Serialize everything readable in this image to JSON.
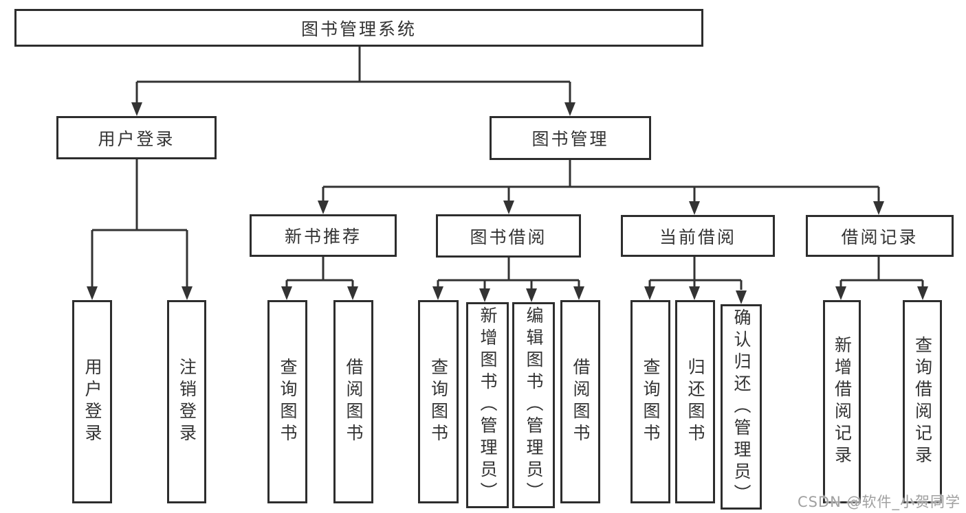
{
  "colors": {
    "line": "#333333",
    "box_border": "#2d2d2d",
    "text": "#333333",
    "watermark": "#a0a0a0",
    "background": "#ffffff"
  },
  "nodes": {
    "root": "图书管理系统",
    "user_login": "用户登录",
    "book_mgmt": "图书管理",
    "new_book_rec": "新书推荐",
    "book_borrow": "图书借阅",
    "current_borrow": "当前借阅",
    "borrow_records": "借阅记录",
    "leaf_user_login": "用户登录",
    "leaf_logout": "注销登录",
    "leaf_query_book_1": "查询图书",
    "leaf_borrow_book_1": "借阅图书",
    "leaf_query_book_2": "查询图书",
    "leaf_add_book_admin": "新增图书（管理员）",
    "leaf_edit_book_admin": "编辑图书（管理员）",
    "leaf_borrow_book_2": "借阅图书",
    "leaf_query_book_3": "查询图书",
    "leaf_return_book": "归还图书",
    "leaf_confirm_return_admin": "确认归还（管理员）",
    "leaf_add_borrow_record": "新增借阅记录",
    "leaf_query_borrow_record": "查询借阅记录"
  },
  "watermark": "CSDN @软件_小贺同学"
}
